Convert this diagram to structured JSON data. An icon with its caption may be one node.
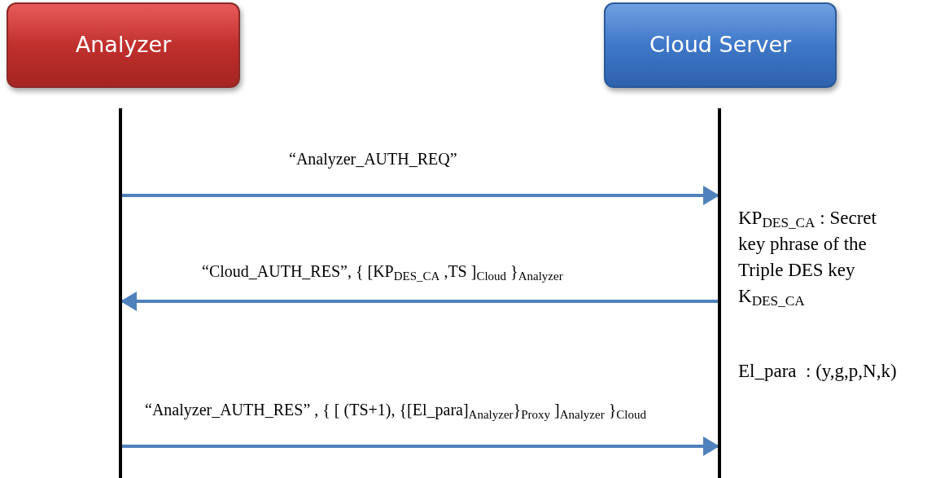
{
  "diagram": {
    "nodes": [
      {
        "text": [
          "Analyzer"
        ]
      },
      {
        "text": [
          "Cloud Server"
        ]
      },
      {
        "text": [],
        "shape": "bar"
      },
      {
        "text": [],
        "shape": "bar"
      }
    ],
    "edges": [
      {
        "from": 2,
        "to": 3,
        "arrow": "to",
        "label": "“Analyzer_AUTH_REQ”"
      },
      {
        "from": 3,
        "to": 2,
        "arrow": "to",
        "label": "“Cloud_AUTH_RES”,  { [KP$_{DES_CA}$ ,TS ]$_{Cloud}$ }$_{Analyzer}$"
      },
      {
        "from": 2,
        "to": 3,
        "arrow": "to",
        "label": "“Analyzer_AUTH_RES” ,  { [ (TS+1), {[El_para]$_{Analyzer}$}$_{Proxy}$ ]$_{Analyzer}$ }$_{Cloud}$"
      }
    ],
    "labels": [
      "KP$_{DES_CA}$ : Secret key phrase of the Triple DES key K$_{DES_CA}$",
      "El_para  : (y,g,p,N,k)"
    ]
  }
}
